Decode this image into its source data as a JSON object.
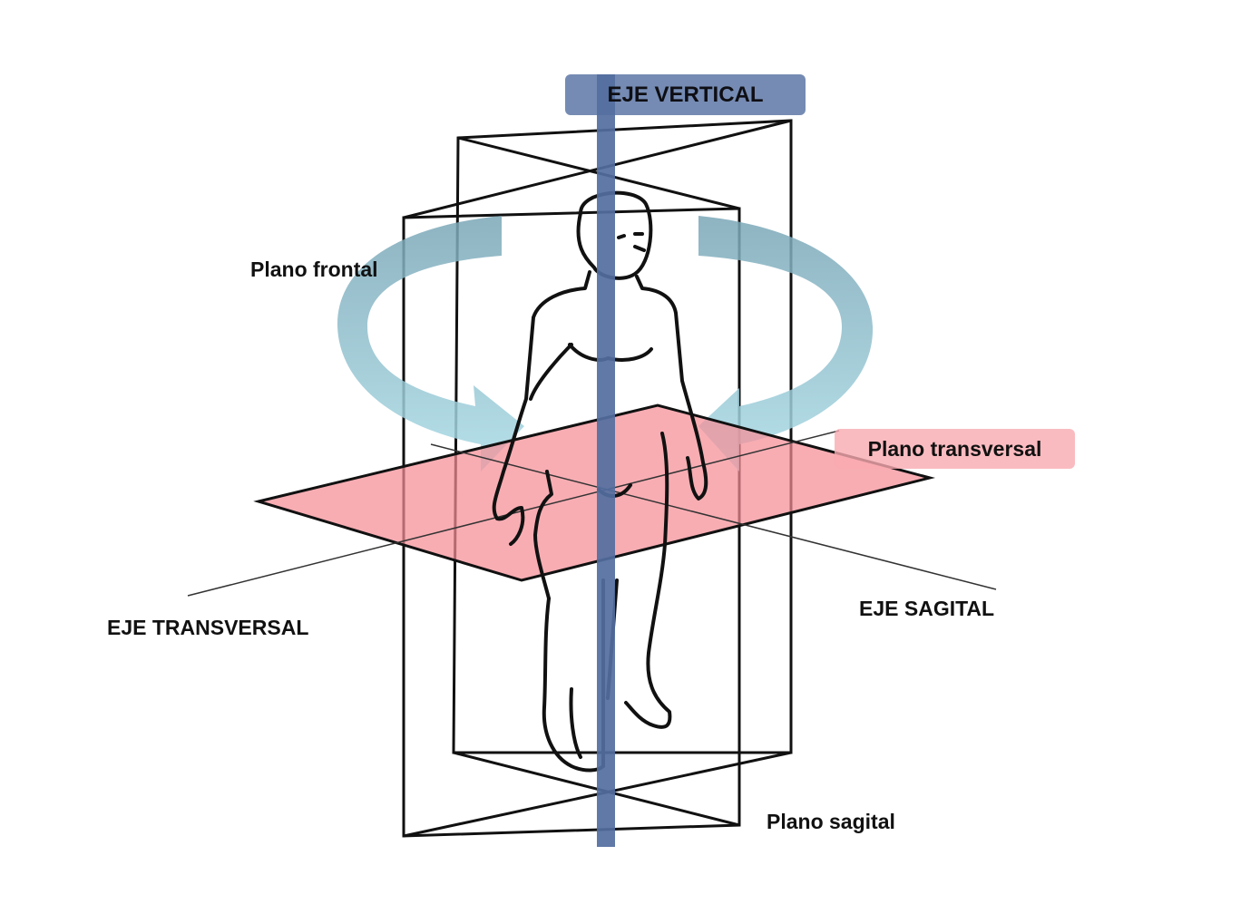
{
  "diagram": {
    "labels": {
      "vertical_axis": "EJE VERTICAL",
      "frontal_plane": "Plano frontal",
      "transverse_plane": "Plano transversal",
      "transverse_axis": "EJE TRANSVERSAL",
      "sagittal_axis": "EJE SAGITAL",
      "sagittal_plane": "Plano sagital"
    },
    "colors": {
      "vertical_axis": "#536ea0",
      "transverse_plane": "#f58e96",
      "rotation_arrow": "#8cc6d4",
      "outline": "#111111"
    },
    "icons": [
      "human-body-figure",
      "rotation-arrow-left",
      "rotation-arrow-right"
    ]
  }
}
